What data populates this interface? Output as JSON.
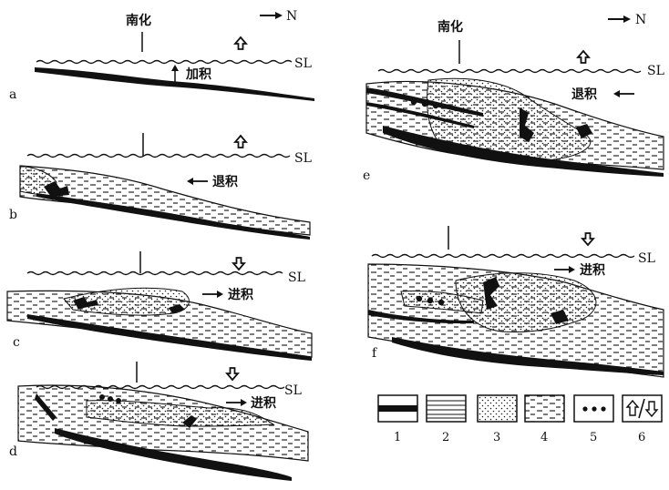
{
  "place_name": "南化",
  "north_label": "N",
  "sea_level_label": "SL",
  "panels": [
    {
      "letter": "a",
      "process": "加积"
    },
    {
      "letter": "b",
      "process": "退积"
    },
    {
      "letter": "c",
      "process": "进积"
    },
    {
      "letter": "d",
      "process": "进积"
    },
    {
      "letter": "e",
      "process": "退积"
    },
    {
      "letter": "f",
      "process": "进积"
    }
  ],
  "legend": [
    "1",
    "2",
    "3",
    "4",
    "5",
    "6"
  ]
}
